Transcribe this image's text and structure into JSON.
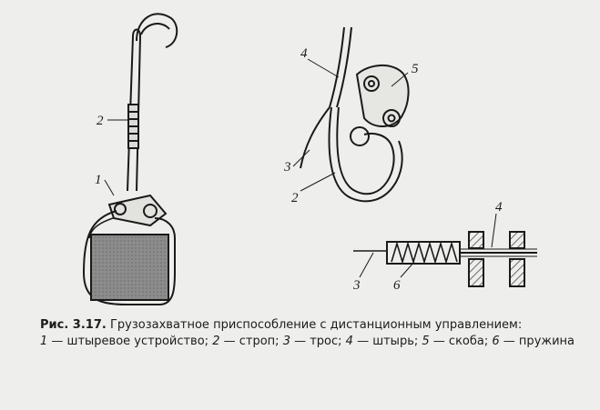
{
  "figure": {
    "labels": [
      "1",
      "2",
      "3",
      "4",
      "5",
      "6"
    ],
    "caption": {
      "number": "Рис. 3.17.",
      "title": "Грузозахватное приспособление с дистанционным управлением:",
      "legend": [
        {
          "num": "1",
          "text": " — штыревое устройство; "
        },
        {
          "num": "2",
          "text": " — строп; "
        },
        {
          "num": "3",
          "text": " — трос; "
        },
        {
          "num": "4",
          "text": " — штырь; "
        },
        {
          "num": "5",
          "text": " — скоба; "
        },
        {
          "num": "6",
          "text": " — пружина"
        }
      ]
    }
  },
  "colors": {
    "ink": "#1a1a1a",
    "paper": "#eeeeec",
    "show_through": "#c9c9c4",
    "hatch": "#6d6d6d"
  }
}
